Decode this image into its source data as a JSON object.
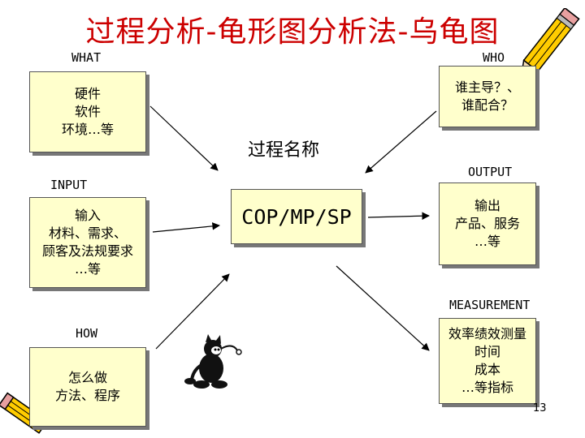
{
  "title": "过程分析-龟形图分析法-乌龟图",
  "labels": {
    "what": "WHAT",
    "who": "WHO",
    "input": "INPUT",
    "output": "OUTPUT",
    "how": "HOW",
    "measurement": "MEASUREMENT"
  },
  "process_name": "过程名称",
  "center": "COP/MP/SP",
  "boxes": {
    "what": [
      "硬件",
      "软件",
      "环境…等"
    ],
    "who": [
      "谁主导？、",
      "谁配合？"
    ],
    "input": [
      "输入",
      "材料、需求、",
      "顾客及法规要求",
      "…等"
    ],
    "output": [
      "输出",
      "产品、服务",
      "…等"
    ],
    "how": [
      "怎么做",
      "方法、程序"
    ],
    "measurement": [
      "效率绩效测量",
      "时间",
      "成本",
      "…等指标"
    ]
  },
  "page_number": "13",
  "colors": {
    "title": "#cc0000",
    "box_fill": "#ffffcc",
    "shadow": "#777777"
  },
  "icons": [
    "pencil-icon",
    "pencil-icon",
    "cartoon-cat-icon"
  ]
}
